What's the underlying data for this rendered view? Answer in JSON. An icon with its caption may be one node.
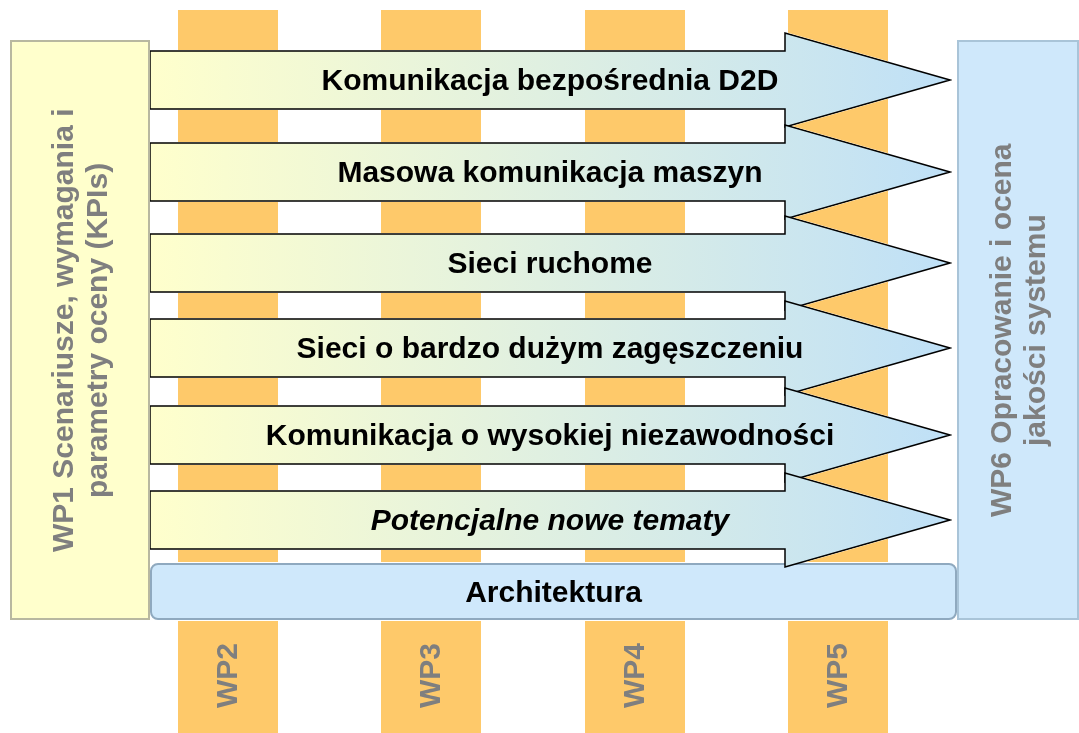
{
  "diagram": {
    "nodes": [
      {
        "text": [
          "WP2"
        ]
      },
      {
        "text": [
          "WP3"
        ]
      },
      {
        "text": [
          "WP4"
        ]
      },
      {
        "text": [
          "WP5"
        ]
      },
      {
        "text": [
          "WP1 Scenariusze, wymagania i parametry oceny (KPIs)"
        ]
      },
      {
        "text": [
          "Komunikacja bezpośrednia D2D"
        ]
      },
      {
        "text": [
          "Masowa komunikacja maszyn"
        ]
      },
      {
        "text": [
          "Sieci ruchome"
        ]
      },
      {
        "text": [
          "Sieci o bardzo dużym zagęszczeniu"
        ]
      },
      {
        "text": [
          "Komunikacja o wysokiej niezawodności"
        ]
      },
      {
        "text": [
          "Potencjalne nowe tematy"
        ]
      },
      {
        "text": [
          "Architektura"
        ]
      },
      {
        "text": [
          "WP6 Opracowanie i ocena jakości systemu"
        ]
      }
    ]
  }
}
